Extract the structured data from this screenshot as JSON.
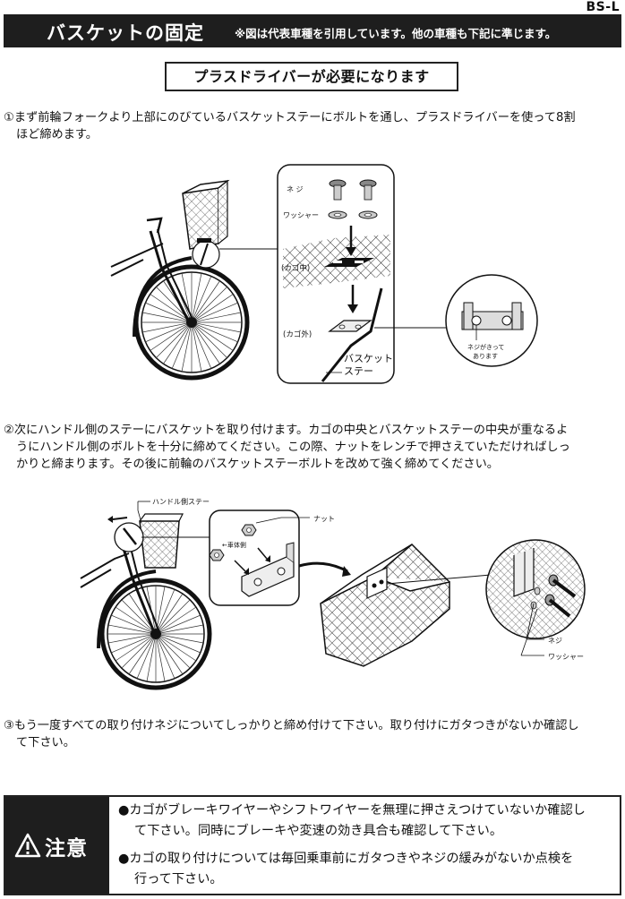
{
  "model_code": "BS-L",
  "header": {
    "title": "バスケットの固定",
    "note": "※図は代表車種を引用しています。他の車種も下記に準じます。"
  },
  "tool_notice": "プラスドライバーが必要になります",
  "steps": [
    {
      "lines": [
        "①まず前輪フォークより上部にのびているバスケットステーにボルトを通し、プラスドライバーを使って8割",
        "ほど締めます。"
      ]
    },
    {
      "lines": [
        "②次にハンドル側のステーにバスケットを取り付けます。カゴの中央とバスケットステーの中央が重なるよ",
        "うにハンドル側のボルトを十分に締めてください。この際、ナットをレンチで押さえていただければしっ",
        "かりと締まります。その後に前輪のバスケットステーボルトを改めて強く締めてください。"
      ]
    },
    {
      "lines": [
        "③もう一度すべての取り付けネジについてしっかりと締め付けて下さい。取り付けにガタつきがないか確認し",
        "て下さい。"
      ]
    }
  ],
  "figure1": {
    "screw_label": "ネ ジ",
    "washer_label": "ワッシャー",
    "inside_label": "(カゴ中)",
    "outside_label": "(カゴ外)",
    "stay_label_1": "バスケット",
    "stay_label_2": "ステー",
    "detail_label_1": "ネジがきって",
    "detail_label_2": "あります"
  },
  "figure2": {
    "handle_stay_label": "ハンドル側ステー",
    "nut_label": "ナット",
    "body_side_label": "←車体側",
    "screw_label": "ネジ",
    "washer_label": "ワッシャー"
  },
  "caution": {
    "label": "注意",
    "items": [
      {
        "lines": [
          "●カゴがブレーキワイヤーやシフトワイヤーを無理に押さえつけていないか確認し",
          "て下さい。同時にブレーキや変速の効き具合も確認して下さい。"
        ]
      },
      {
        "lines": [
          "●カゴの取り付けについては毎回乗車前にガタつきやネジの緩みがないか点検を",
          "行って下さい。"
        ]
      }
    ]
  }
}
